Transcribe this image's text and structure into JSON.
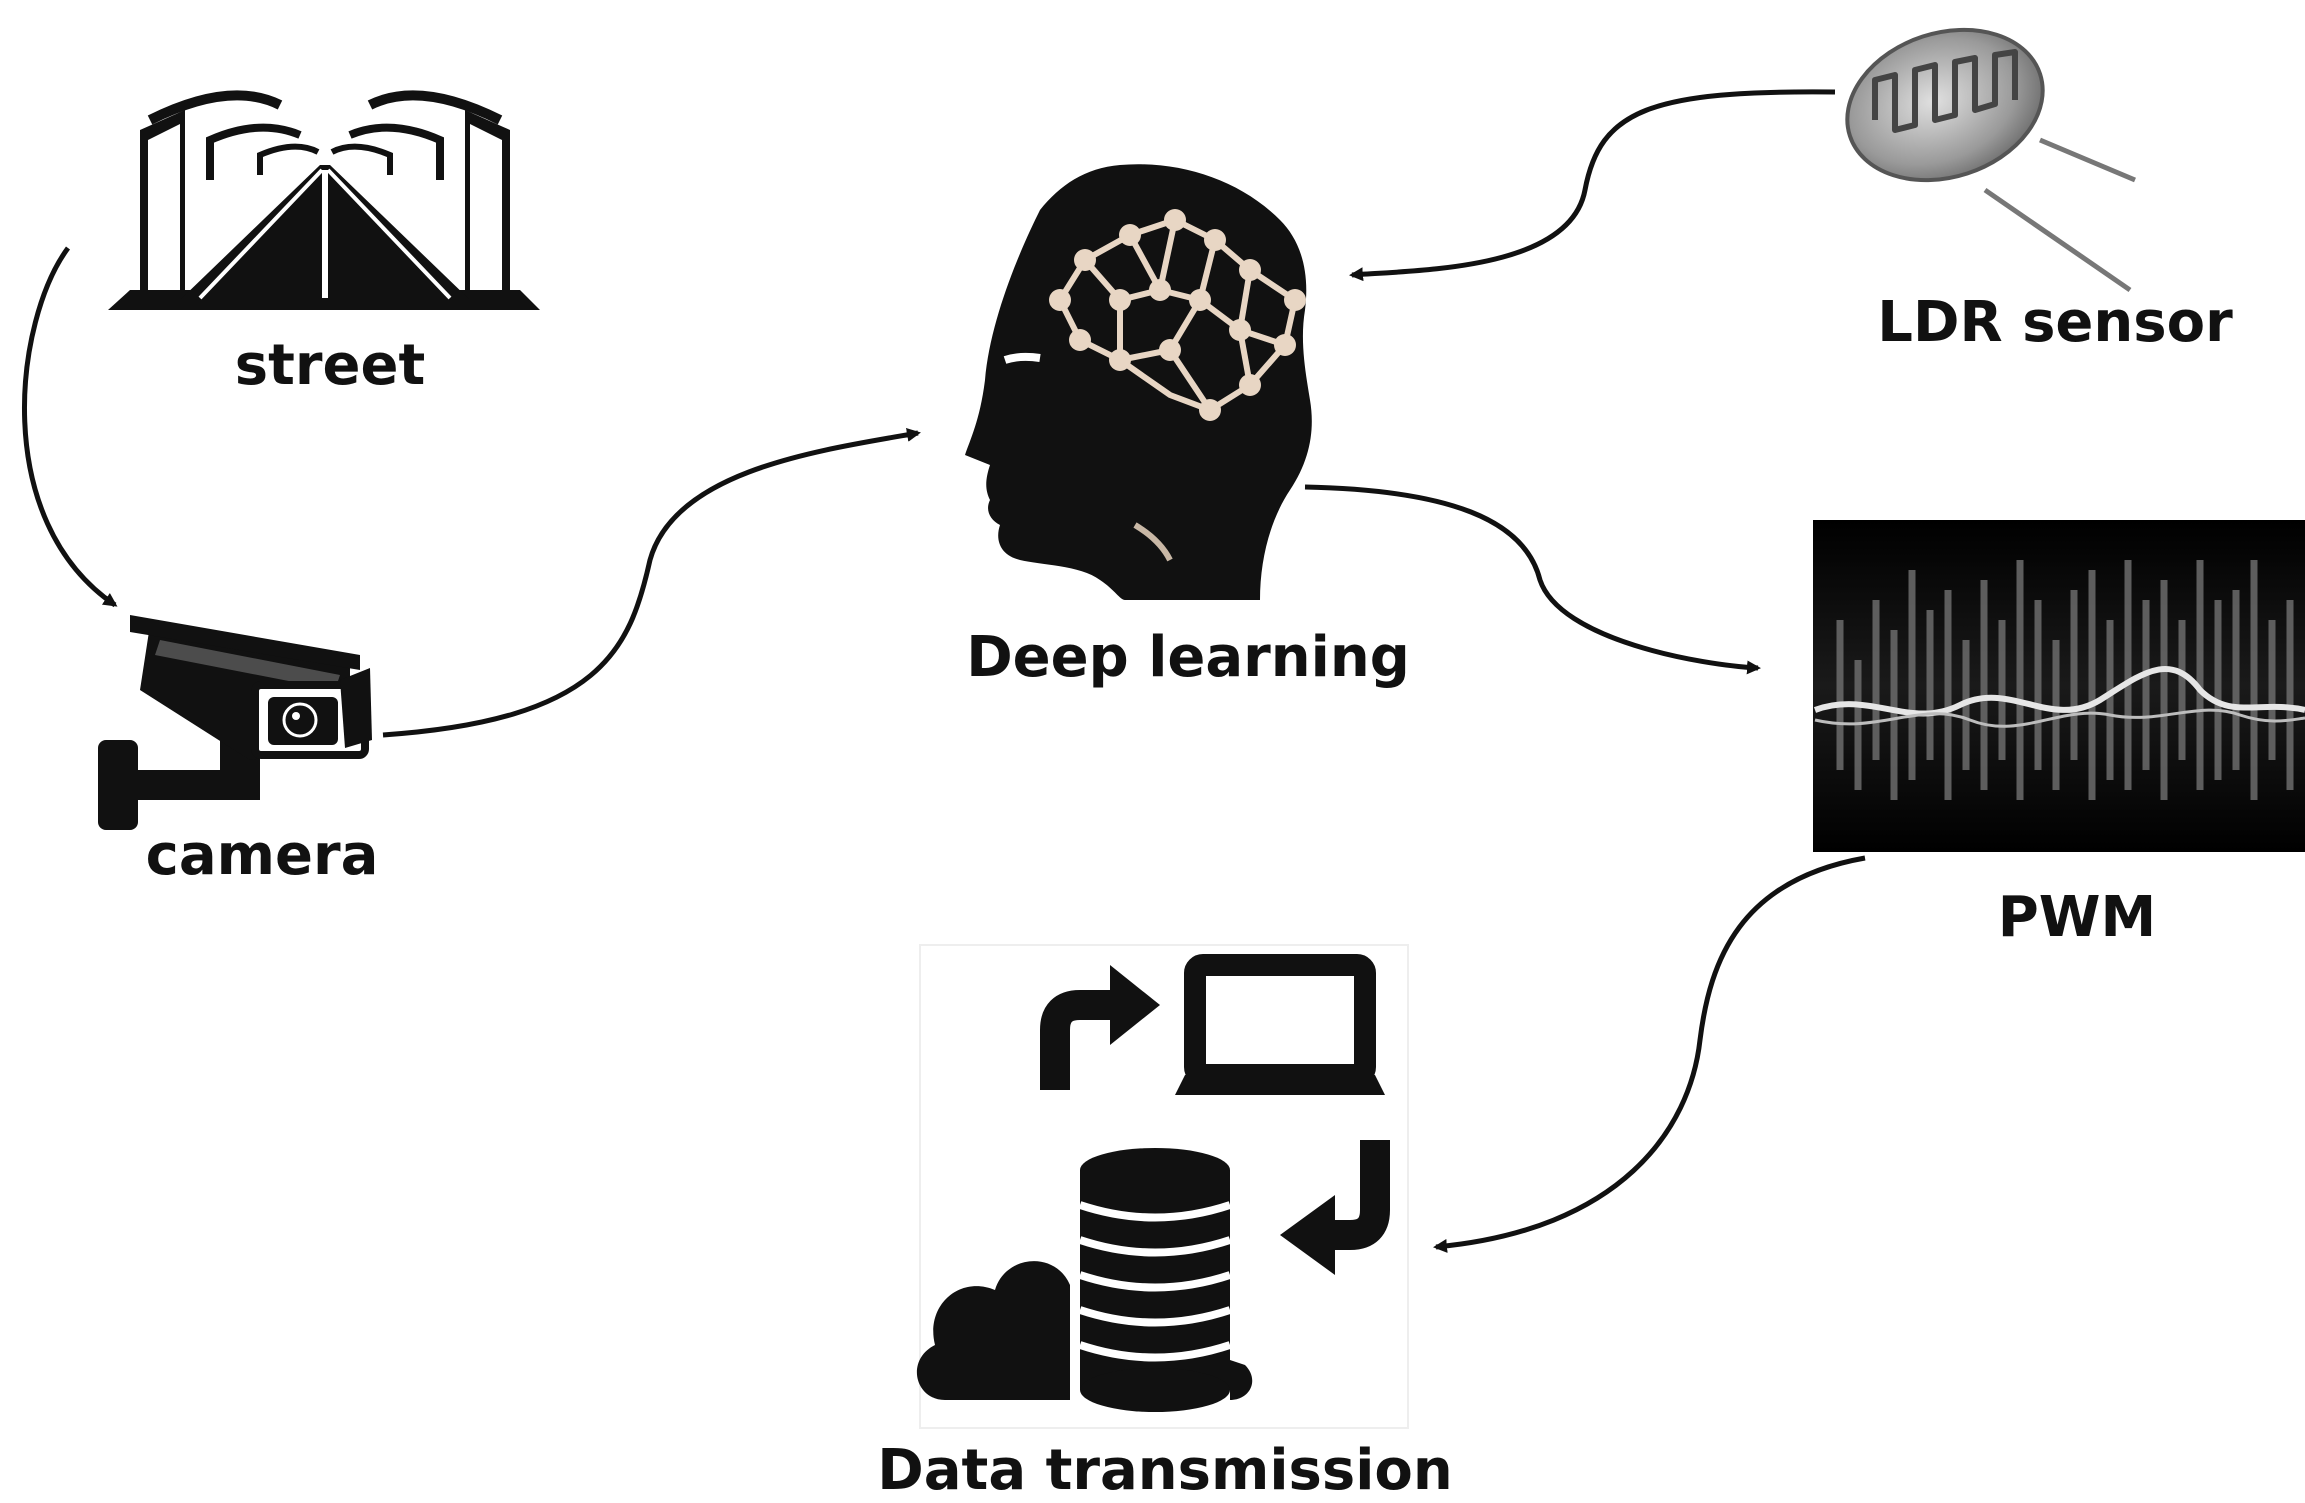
{
  "nodes": {
    "street": "street",
    "camera": "camera",
    "deep_learning": "Deep learning",
    "ldr_sensor": "LDR sensor",
    "pwm": "PWM",
    "data_transmission": "Data transmission"
  },
  "icons": {
    "street": "street-tunnel-icon",
    "camera": "cctv-camera-icon",
    "deep_learning": "brain-head-icon",
    "ldr_sensor": "ldr-sensor-icon",
    "pwm": "waveform-icon",
    "data_transmission": "cloud-database-laptop-icon"
  },
  "edges": [
    {
      "from": "street",
      "to": "camera"
    },
    {
      "from": "camera",
      "to": "deep_learning"
    },
    {
      "from": "ldr_sensor",
      "to": "deep_learning"
    },
    {
      "from": "deep_learning",
      "to": "pwm"
    },
    {
      "from": "pwm",
      "to": "data_transmission"
    }
  ],
  "colors": {
    "ink": "#111111",
    "background": "#ffffff",
    "brain_network": "#e8d6c4"
  }
}
